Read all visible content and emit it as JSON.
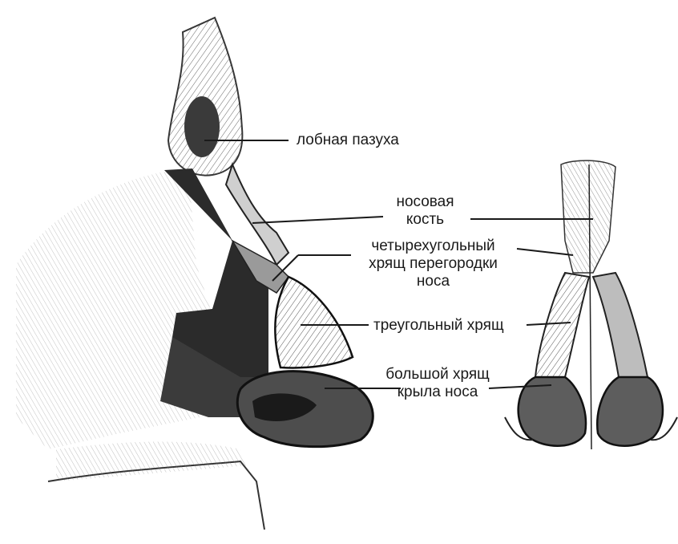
{
  "labels": {
    "frontal_sinus": "лобная пазуха",
    "nasal_bone": [
      "носовая",
      "кость"
    ],
    "septal_cartilage": [
      "четырехугольный",
      "хрящ перегородки",
      "носа"
    ],
    "lateral_cartilage": "треугольный хрящ",
    "alar_cartilage": [
      "большой хрящ",
      "крыла носа"
    ]
  },
  "colors": {
    "ink": "#1a1a1a",
    "shade_dark": "#2b2b2b",
    "shade_mid": "#6d6d6d",
    "shade_light": "#b9b9b9",
    "paper": "#ffffff"
  }
}
